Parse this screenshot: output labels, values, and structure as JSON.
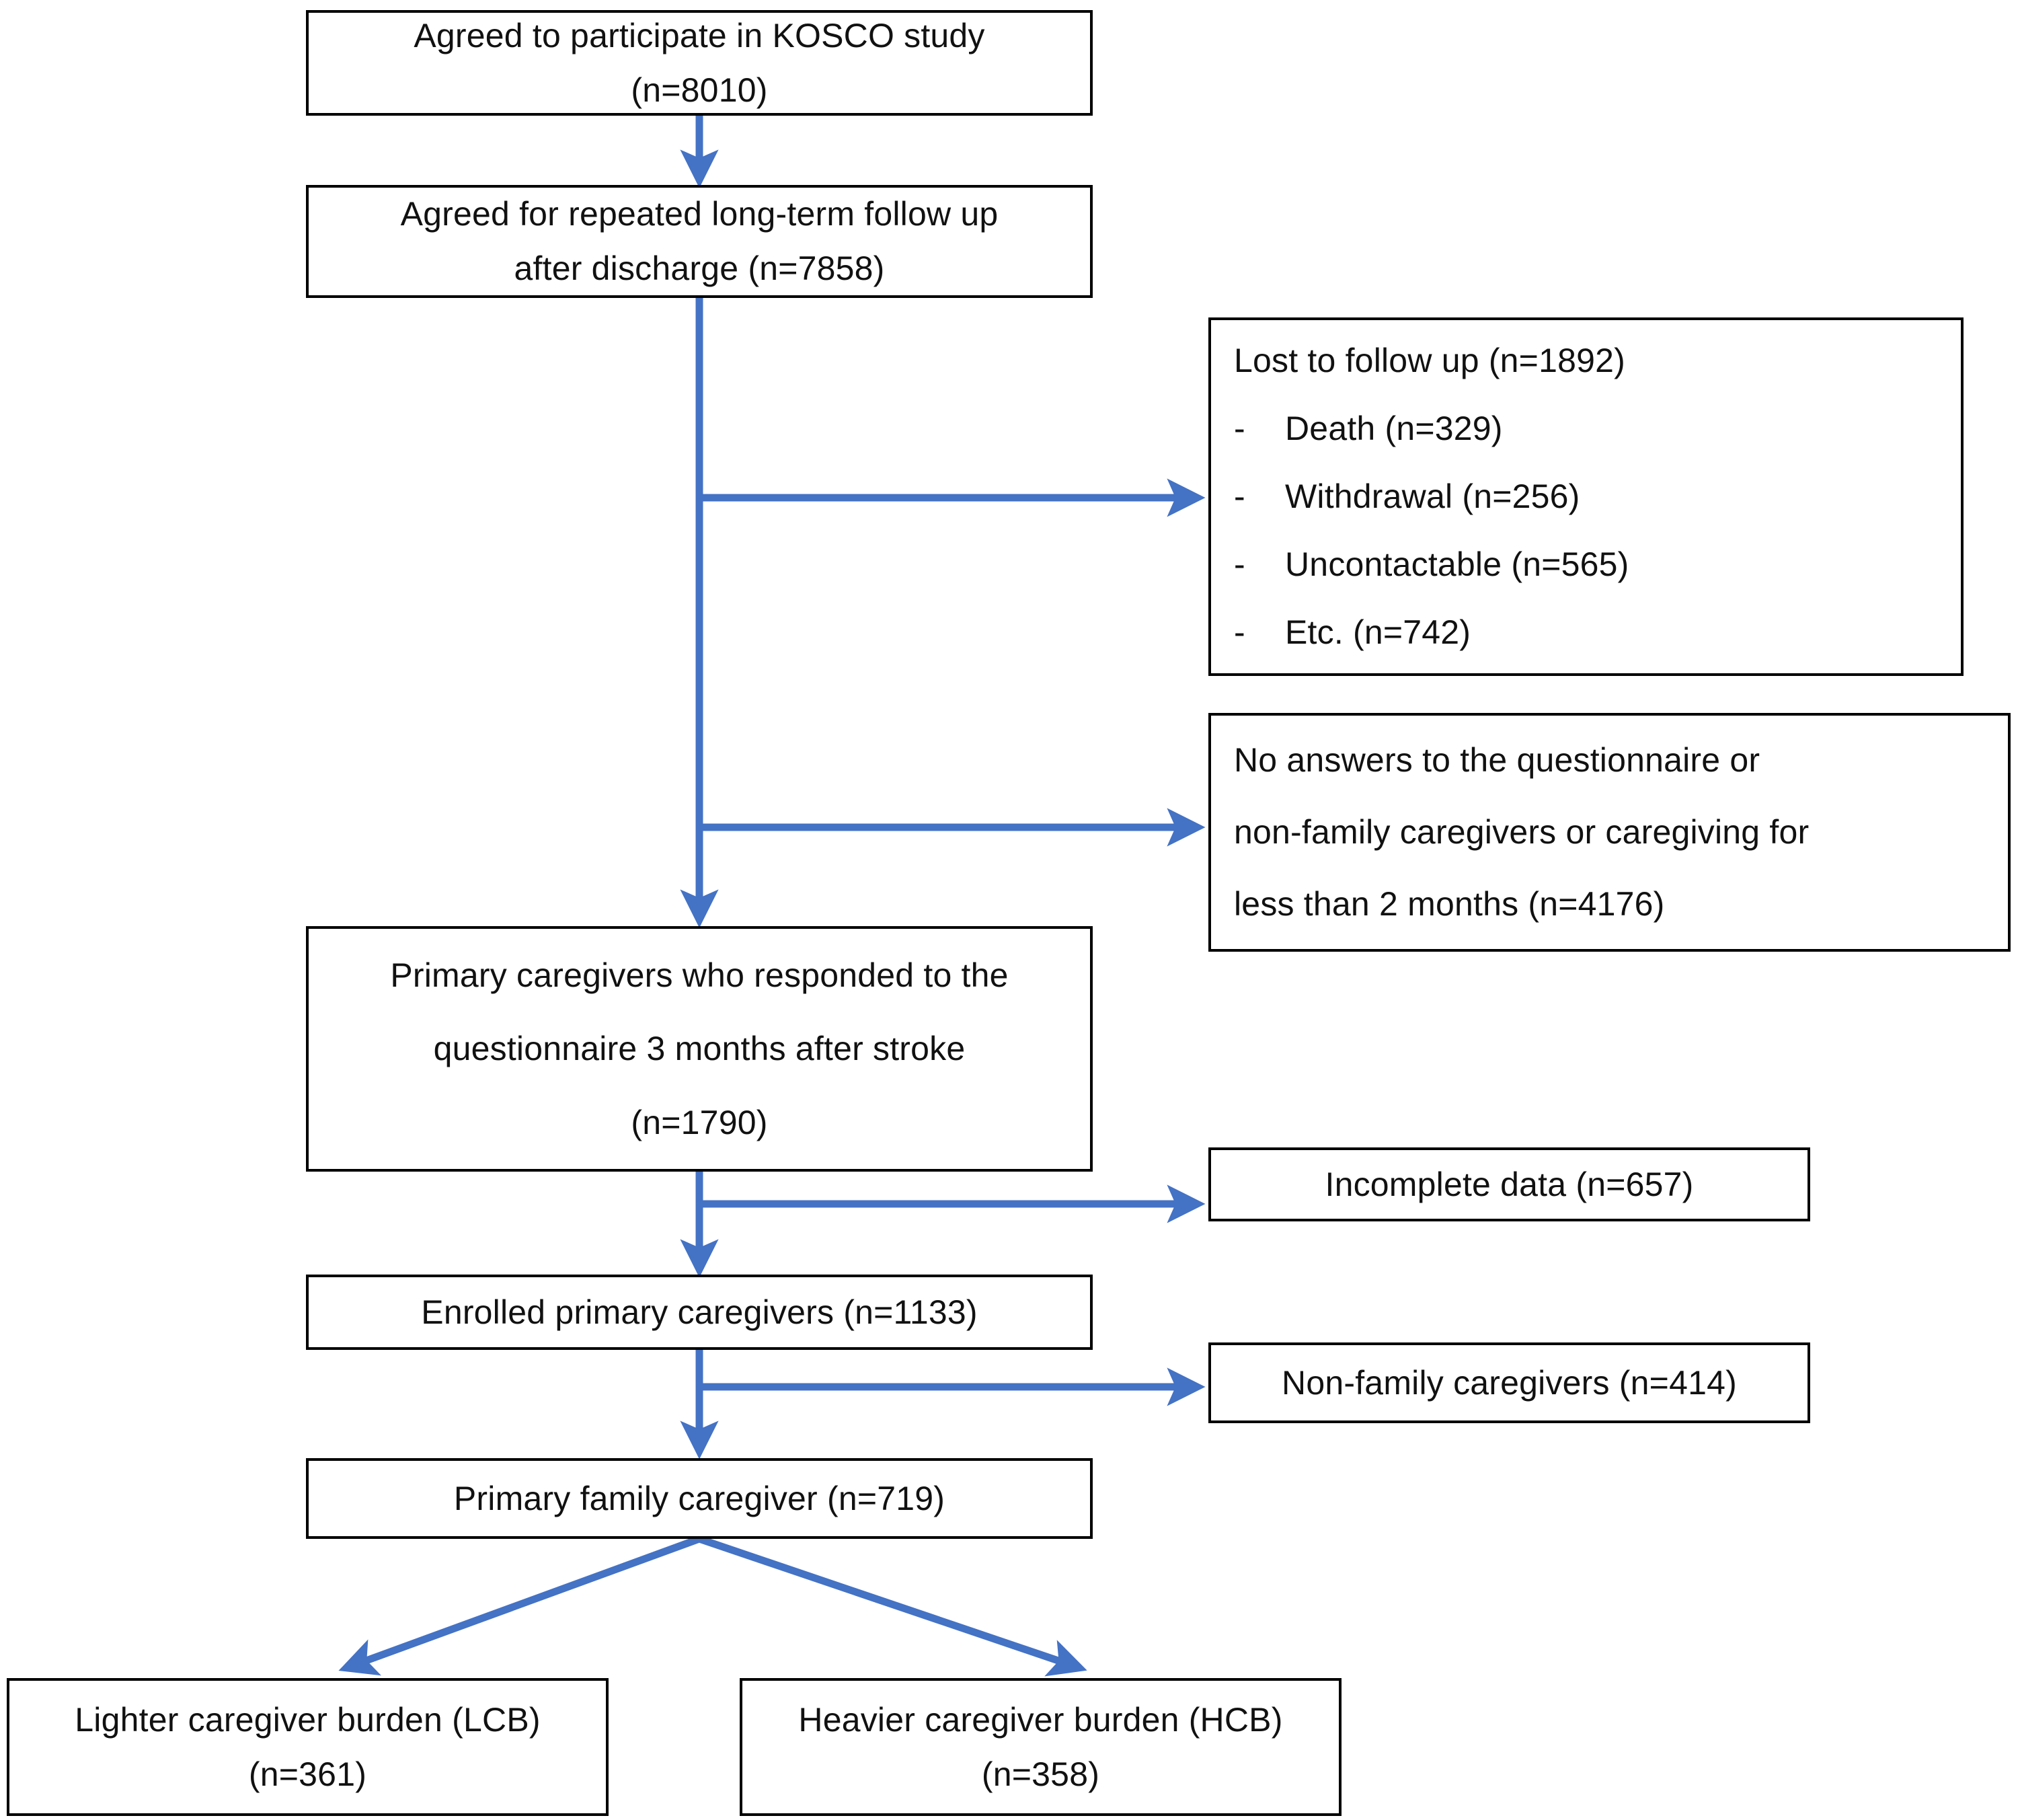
{
  "diagram": {
    "title": "KOSCO study participant flow",
    "accent_color": "#4472C4",
    "border_color": "#000000",
    "text_color": "#111111",
    "background_color": "#FFFFFF"
  },
  "nodes": {
    "agreed_participate": {
      "line1": "Agreed to participate in KOSCO study",
      "line2": "(n=8010)"
    },
    "agreed_followup": {
      "line1": "Agreed for repeated long-term follow up",
      "line2": "after discharge (n=7858)"
    },
    "lost_followup": {
      "heading": "Lost to follow up (n=1892)",
      "bullet_marker": "-",
      "items": [
        "Death (n=329)",
        "Withdrawal (n=256)",
        "Uncontactable (n=565)",
        "Etc. (n=742)"
      ]
    },
    "no_answers": {
      "line1": " No answers to the questionnaire or",
      "line2": "non-family caregivers or  caregiving for",
      "line3": "less than 2 months (n=4176)"
    },
    "primary_responded": {
      "line1": "Primary caregivers who responded to the",
      "line2": "questionnaire 3 months after stroke",
      "line3": "(n=1790)"
    },
    "incomplete_data": {
      "line1": "Incomplete data  (n=657)"
    },
    "enrolled_primary": {
      "line1": "Enrolled primary caregivers (n=1133)"
    },
    "non_family": {
      "line1": "Non-family caregivers (n=414)"
    },
    "primary_family": {
      "line1": "Primary family caregiver (n=719)"
    },
    "lighter_burden": {
      "line1": "Lighter caregiver burden (LCB)",
      "line2": "(n=361)"
    },
    "heavier_burden": {
      "line1": "Heavier caregiver burden (HCB)",
      "line2": "(n=358)"
    }
  },
  "edges": [
    {
      "name": "agreed-participate-to-agreed-followup",
      "kind": "vertical-arrow"
    },
    {
      "name": "agreed-followup-to-primary-responded",
      "kind": "vertical-arrow"
    },
    {
      "name": "trunk-to-lost-followup",
      "kind": "horizontal-arrow"
    },
    {
      "name": "trunk-to-no-answers",
      "kind": "horizontal-arrow"
    },
    {
      "name": "primary-responded-to-enrolled",
      "kind": "vertical-arrow"
    },
    {
      "name": "trunk-to-incomplete-data",
      "kind": "horizontal-arrow"
    },
    {
      "name": "enrolled-to-primary-family",
      "kind": "vertical-arrow"
    },
    {
      "name": "trunk-to-non-family",
      "kind": "horizontal-arrow"
    },
    {
      "name": "primary-family-to-lighter-burden",
      "kind": "diagonal-arrow"
    },
    {
      "name": "primary-family-to-heavier-burden",
      "kind": "diagonal-arrow"
    }
  ]
}
